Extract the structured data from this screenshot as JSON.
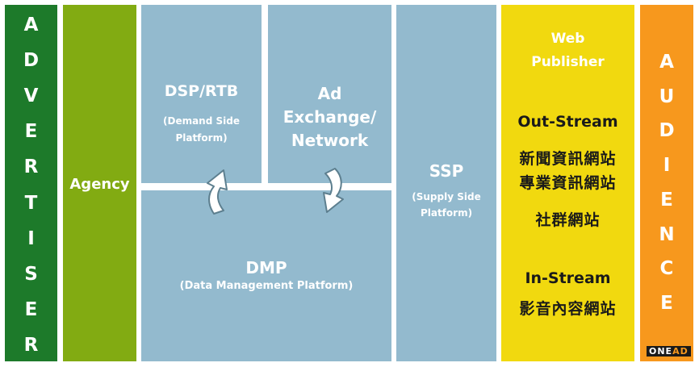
{
  "columns": {
    "advertiser": {
      "letters": [
        "A",
        "D",
        "V",
        "E",
        "R",
        "T",
        "I",
        "S",
        "E",
        "R"
      ]
    },
    "agency": {
      "label": "Agency"
    },
    "dsp": {
      "title": "DSP/RTB",
      "subtitle_line1": "(Demand Side",
      "subtitle_line2": "Platform)"
    },
    "ad_exchange": {
      "title_line1": "Ad",
      "title_line2": "Exchange/",
      "title_line3": "Network"
    },
    "dmp": {
      "title": "DMP",
      "subtitle": "(Data Management Platform)"
    },
    "ssp": {
      "title": "SSP",
      "subtitle_line1": "(Supply Side",
      "subtitle_line2": "Platform)"
    },
    "publisher": {
      "heading_line1": "Web",
      "heading_line2": "Publisher",
      "out_stream_label": "Out-Stream",
      "out_stream_items": [
        "新聞資訊網站",
        "專業資訊網站",
        "社群網站"
      ],
      "in_stream_label": "In-Stream",
      "in_stream_items": [
        "影音內容網站"
      ]
    },
    "audience": {
      "letters": [
        "A",
        "U",
        "D",
        "I",
        "E",
        "N",
        "C",
        "E"
      ]
    }
  },
  "logo": {
    "part1": "ONE",
    "part2": "AD"
  },
  "colors": {
    "advertiser": "#1d7a2a",
    "agency": "#82ab12",
    "platform_blue": "#93bace",
    "publisher_yellow": "#f1d90f",
    "audience_orange": "#f7981d"
  },
  "icons": [
    "curved-arrow-up-icon",
    "curved-arrow-down-icon"
  ]
}
